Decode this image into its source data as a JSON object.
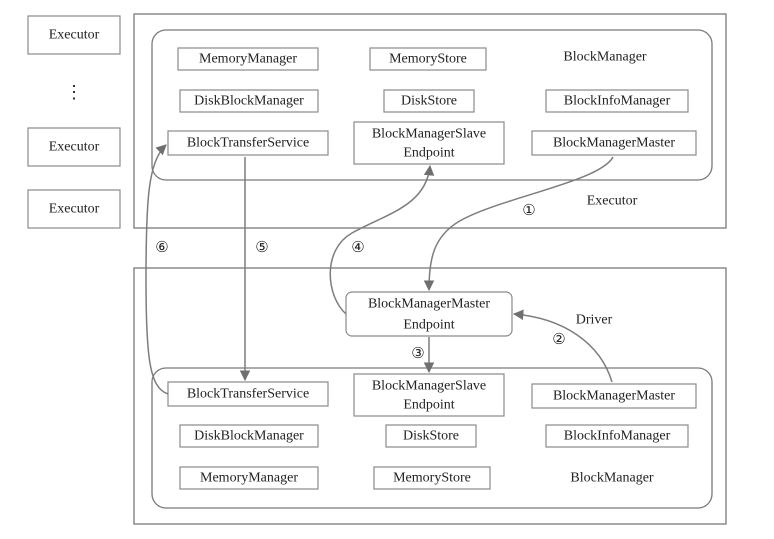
{
  "executors": {
    "e1": "Executor",
    "e2": "Executor",
    "e3": "Executor",
    "ellipsis": "⋮"
  },
  "executor_block": {
    "title": "BlockManager",
    "caption": "Executor",
    "memory_manager": "MemoryManager",
    "memory_store": "MemoryStore",
    "disk_block_manager": "DiskBlockManager",
    "disk_store": "DiskStore",
    "block_info_manager": "BlockInfoManager",
    "block_transfer_service": "BlockTransferService",
    "slave_endpoint_line1": "BlockManagerSlave",
    "slave_endpoint_line2": "Endpoint",
    "master": "BlockManagerMaster"
  },
  "driver_block": {
    "caption": "Driver",
    "master_endpoint_line1": "BlockManagerMaster",
    "master_endpoint_line2": "Endpoint",
    "title": "BlockManager",
    "block_transfer_service": "BlockTransferService",
    "slave_endpoint_line1": "BlockManagerSlave",
    "slave_endpoint_line2": "Endpoint",
    "master": "BlockManagerMaster",
    "disk_block_manager": "DiskBlockManager",
    "disk_store": "DiskStore",
    "block_info_manager": "BlockInfoManager",
    "memory_manager": "MemoryManager",
    "memory_store": "MemoryStore"
  },
  "steps": {
    "s1": "①",
    "s2": "②",
    "s3": "③",
    "s4": "④",
    "s5": "⑤",
    "s6": "⑥"
  }
}
